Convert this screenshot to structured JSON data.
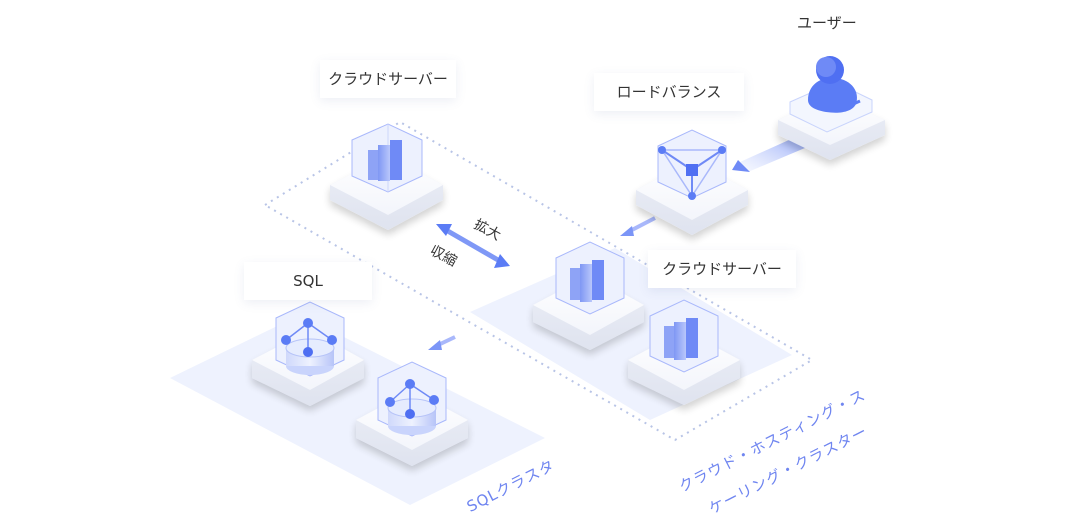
{
  "user_label": "ユーザー",
  "load_balancer_label": "ロードバランス",
  "cloud_server_top_label": "クラウドサーバー",
  "cloud_server_right_label": "クラウドサーバー",
  "sql_label": "SQL",
  "scale_up_label": "拡大",
  "scale_down_label": "収縮",
  "sql_cluster_label": "SQLクラスタ",
  "cloud_cluster_label_line1": "クラウド・ホスティング・ス",
  "cloud_cluster_label_line2": "ケーリング・クラスター",
  "colors": {
    "accent": "#5b7cf5",
    "accent_light": "#a9b8fb",
    "zone_fill": "#eef2fe",
    "dotted_border": "#b8c4e6",
    "cluster_text": "#6f85f0"
  }
}
